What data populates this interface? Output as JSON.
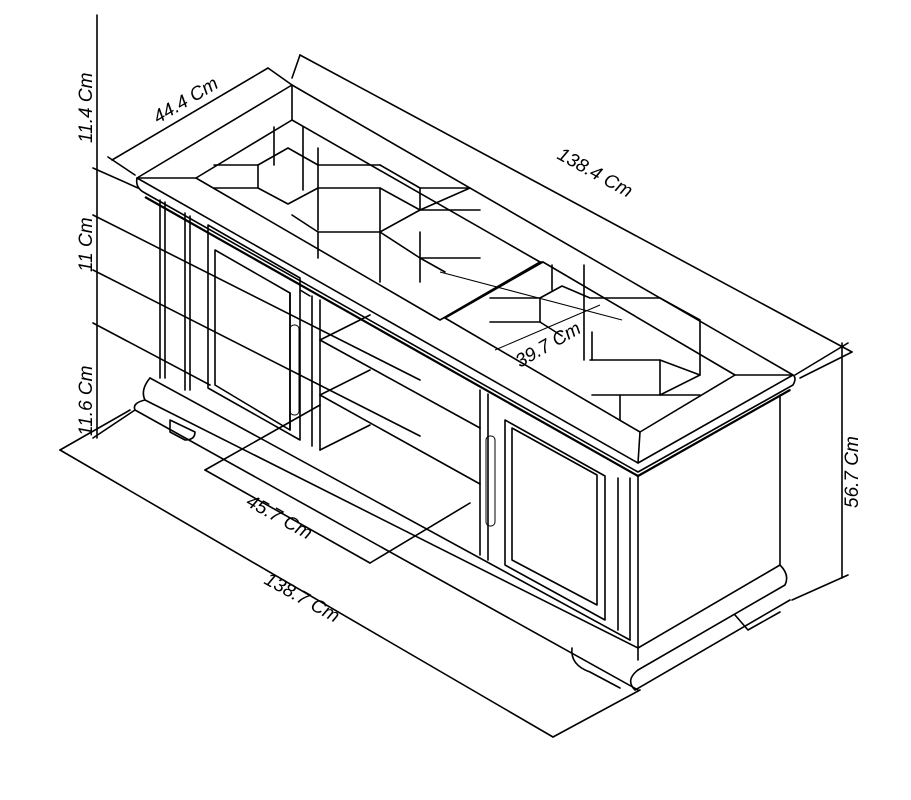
{
  "diagram": {
    "subject": "TV cabinet isometric line drawing with dimensions",
    "dimensions": {
      "top_depth": "44.4 Cm",
      "top_width": "138.4 Cm",
      "top_thickness": "11.4 Cm",
      "upper_section": "11 Cm",
      "plinth_height": "11.6 Cm",
      "inner_width": "39.7 Cm",
      "shelf_width": "45.7 Cm",
      "base_width": "138.7 Cm",
      "overall_height": "56.7 Cm"
    },
    "colors": {
      "line": "#000000",
      "background": "#ffffff"
    }
  }
}
